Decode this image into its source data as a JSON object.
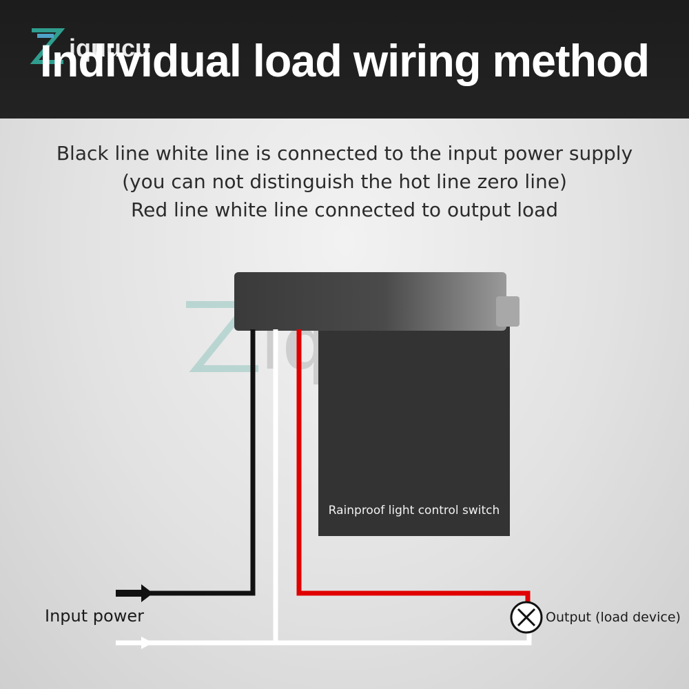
{
  "header": {
    "title": "Individual load wiring method",
    "logo_name": "ziquucu-logo"
  },
  "description": {
    "line1": "Black line white line is connected to the input power supply",
    "line2": "(you can not distinguish the hot line zero line)",
    "line3": "Red line white line connected to output load"
  },
  "diagram": {
    "device_label": "Rainproof light control switch",
    "input_label": "Input power",
    "output_label": "Output (load device)",
    "wire_colors": {
      "black": "#111111",
      "white": "#ffffff",
      "red": "#e00000"
    },
    "load_icon": "lamp-x-icon"
  },
  "colors": {
    "header_bg": "#1f1f1f",
    "title": "#ffffff",
    "logo_accent": "#2f9e8f"
  }
}
